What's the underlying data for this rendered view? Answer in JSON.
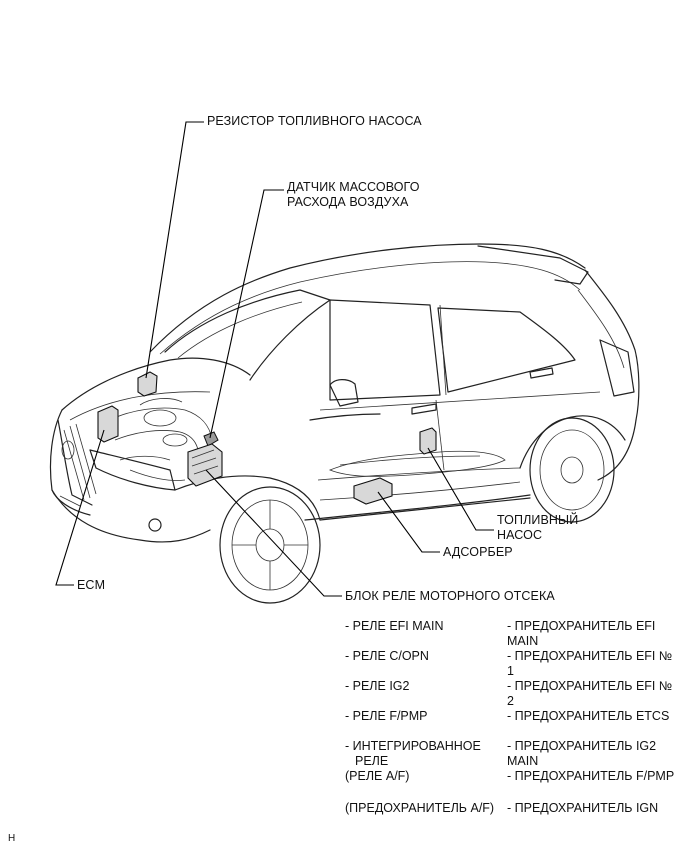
{
  "labels": {
    "fuel_pump_resistor": "РЕЗИСТОР ТОПЛИВНОГО НАСОСА",
    "mass_air_flow_sensor_line1": "ДАТЧИК МАССОВОГО",
    "mass_air_flow_sensor_line2": "РАСХОДА ВОЗДУХА",
    "fuel_pump_line1": "ТОПЛИВНЫЙ",
    "fuel_pump_line2": "НАСОС",
    "canister": "АДСОРБЕР",
    "ecm": "ECM",
    "engine_room_relay_block": "БЛОК РЕЛЕ МОТОРНОГО ОТСЕКА"
  },
  "relay_block_contents": [
    {
      "left": "- РЕЛЕ EFI MAIN",
      "right": "- ПРЕДОХРАНИТЕЛЬ EFI MAIN"
    },
    {
      "left": "- РЕЛЕ C/OPN",
      "right": "- ПРЕДОХРАНИТЕЛЬ EFI № 1"
    },
    {
      "left": "- РЕЛЕ IG2",
      "right": "- ПРЕДОХРАНИТЕЛЬ EFI № 2"
    },
    {
      "left": "- РЕЛЕ F/PMP",
      "right": "- ПРЕДОХРАНИТЕЛЬ ETCS"
    },
    {
      "left": "- ИНТЕГРИРОВАННОЕ РЕЛЕ",
      "right": "- ПРЕДОХРАНИТЕЛЬ IG2 MAIN"
    },
    {
      "left": "(РЕЛЕ A/F)",
      "right": "- ПРЕДОХРАНИТЕЛЬ F/PMP"
    },
    {
      "left": "(ПРЕДОХРАНИТЕЛЬ A/F)",
      "right": "- ПРЕДОХРАНИТЕЛЬ IGN"
    }
  ],
  "footer_code": "H"
}
